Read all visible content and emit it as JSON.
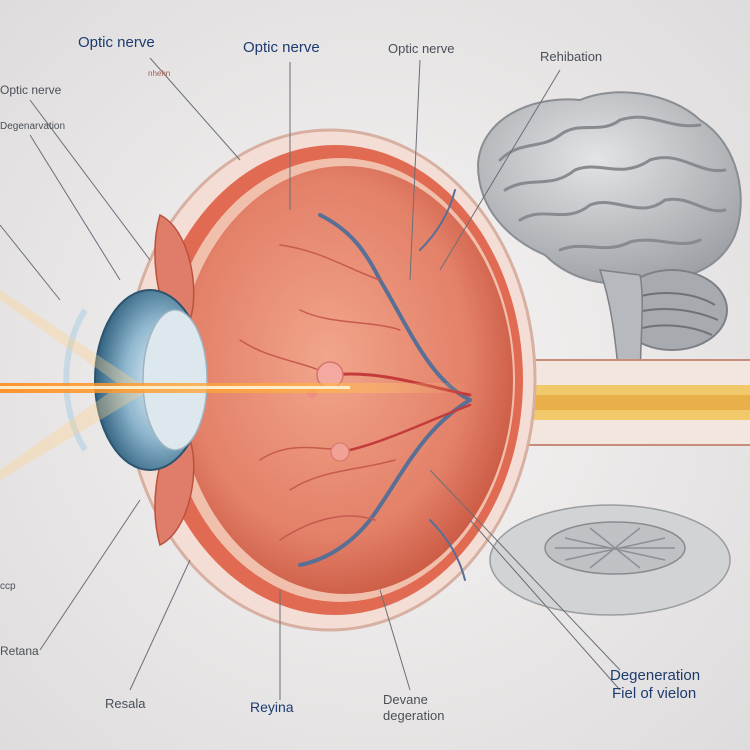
{
  "labels": {
    "optic_nerve_1": "Optic nerve",
    "optic_nerve_2": "Optic nerve",
    "optic_nerve_3": "Optic nerve",
    "optic_nerve_left": "Optic nerve",
    "rehibation": "Rehibation",
    "small_top": "nhehn",
    "left_small": "Degenarvation",
    "left_ccp": "ccp",
    "retana": "Retana",
    "resala": "Resala",
    "reyina": "Reyina",
    "devane": "Devane",
    "degeration": "degeration",
    "degeneration": "Degeneration",
    "field_of_vision": "Fiel of vielon"
  },
  "colors": {
    "background": "#eceaea",
    "eyeball_outer": "#f2d3c8",
    "retina_red": "#d9624f",
    "vitreous": "#e88c73",
    "vessel_blue": "#5a6f95",
    "vessel_red": "#c33b3b",
    "iris_blue": "#5f8fb0",
    "light_beam": "#ff9a2a",
    "brain_grey": "#b9bcc0",
    "optic_nerve_yellow": "#f1c96a"
  },
  "icons": {
    "brain": "brain-illustration",
    "eye": "eye-cross-section"
  }
}
